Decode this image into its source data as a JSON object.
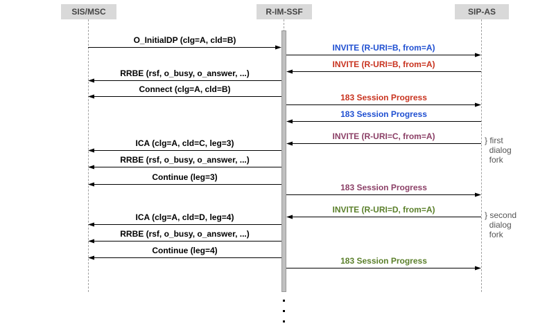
{
  "participants": [
    {
      "id": "sis",
      "name": "SIS/MSC"
    },
    {
      "id": "rim",
      "name": "R-IM-SSF"
    },
    {
      "id": "sip",
      "name": "SIP-AS"
    }
  ],
  "colors": {
    "black": "#000000",
    "blue": "#1f4fd1",
    "red": "#c8321e",
    "purple": "#8b3f66",
    "green": "#5a7f2a"
  },
  "messages": [
    {
      "from": "sis",
      "to": "rim",
      "label": "O_InitialDP (clg=A, cld=B)",
      "color": "black"
    },
    {
      "from": "rim",
      "to": "sip",
      "label": "INVITE (R-URI=B, from=A)",
      "color": "blue"
    },
    {
      "from": "sip",
      "to": "rim",
      "label": "INVITE (R-URI=B, from=A)",
      "color": "red"
    },
    {
      "from": "rim",
      "to": "sis",
      "label": "RRBE (rsf, o_busy, o_answer, ...)",
      "color": "black"
    },
    {
      "from": "rim",
      "to": "sis",
      "label": "Connect (clg=A, cld=B)",
      "color": "black"
    },
    {
      "from": "rim",
      "to": "sip",
      "label": "183 Session Progress",
      "color": "red"
    },
    {
      "from": "sip",
      "to": "rim",
      "label": "183 Session Progress",
      "color": "blue"
    },
    {
      "from": "sip",
      "to": "rim",
      "label": "INVITE (R-URI=C, from=A)",
      "color": "purple"
    },
    {
      "from": "rim",
      "to": "sis",
      "label": "ICA (clg=A, cld=C, leg=3)",
      "color": "black"
    },
    {
      "from": "rim",
      "to": "sis",
      "label": "RRBE (rsf, o_busy, o_answer, ...)",
      "color": "black"
    },
    {
      "from": "rim",
      "to": "sis",
      "label": "Continue (leg=3)",
      "color": "black"
    },
    {
      "from": "rim",
      "to": "sip",
      "label": "183 Session Progress",
      "color": "purple"
    },
    {
      "from": "sip",
      "to": "rim",
      "label": "INVITE (R-URI=D, from=A)",
      "color": "green"
    },
    {
      "from": "rim",
      "to": "sis",
      "label": "ICA (clg=A, cld=D, leg=4)",
      "color": "black"
    },
    {
      "from": "rim",
      "to": "sis",
      "label": "RRBE (rsf, o_busy, o_answer, ...)",
      "color": "black"
    },
    {
      "from": "rim",
      "to": "sis",
      "label": "Continue (leg=4)",
      "color": "black"
    },
    {
      "from": "rim",
      "to": "sip",
      "label": "183 Session Progress",
      "color": "green"
    }
  ],
  "notes": [
    {
      "text": "} first\n  dialog\n  fork"
    },
    {
      "text": "} second\n  dialog\n  fork"
    }
  ],
  "continuation": "..."
}
